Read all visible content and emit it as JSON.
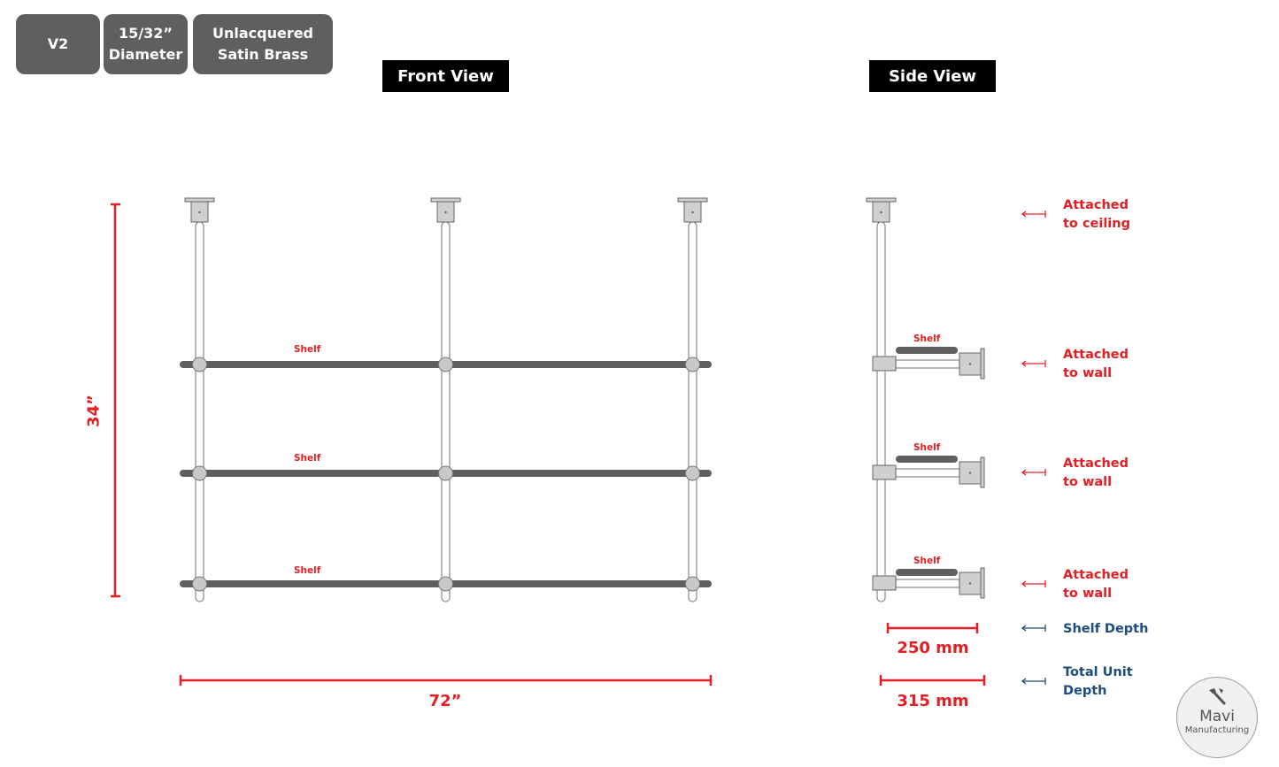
{
  "badges": [
    {
      "lines": [
        "V2"
      ]
    },
    {
      "lines": [
        "15/32”",
        "Diameter"
      ]
    },
    {
      "lines": [
        "Unlacquered",
        "Satin Brass"
      ]
    }
  ],
  "views": {
    "front": "Front View",
    "side": "Side View"
  },
  "front": {
    "shelf_labels": [
      "Shelf",
      "Shelf",
      "Shelf"
    ],
    "height_label": "34”",
    "width_label": "72”"
  },
  "side": {
    "shelf_labels": [
      "Shelf",
      "Shelf",
      "Shelf"
    ],
    "shelf_depth_value": "250 mm",
    "total_depth_value": "315 mm"
  },
  "annotations": {
    "ceiling": [
      "Attached",
      "to ceiling"
    ],
    "wall1": [
      "Attached",
      "to wall"
    ],
    "wall2": [
      "Attached",
      "to wall"
    ],
    "wall3": [
      "Attached",
      "to wall"
    ],
    "shelf_depth": "Shelf Depth",
    "total_depth": [
      "Total Unit",
      "Depth"
    ]
  },
  "logo": {
    "name": "Mavi",
    "sub": "Manufacturing"
  },
  "colors": {
    "dimension": "#e31e24",
    "note_blue": "#1d4d7e",
    "badge": "#5f5f5f",
    "shelf": "#5f5f5f",
    "pipe": "#9a9a9a"
  }
}
